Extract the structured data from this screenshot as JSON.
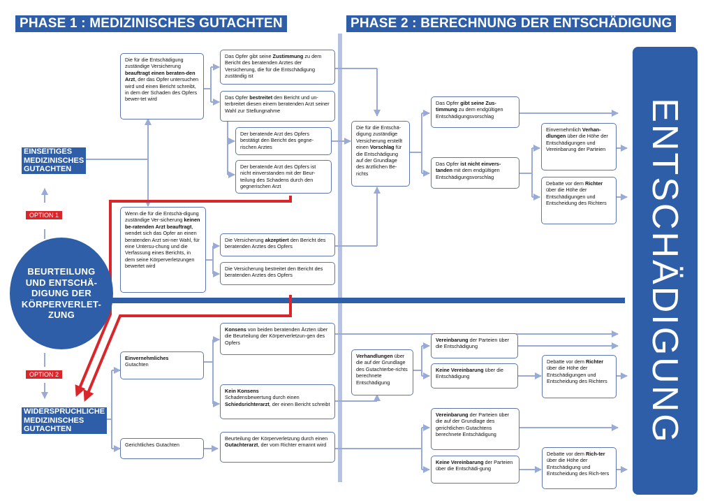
{
  "phase1_title": "PHASE 1 : MEDIZINISCHES GUTACHTEN",
  "phase2_title": "PHASE 2 : BERECHNUNG DER ENTSCHÄDIGUNG",
  "center_circle": "BEURTEILUNG\nUND ENTSCHÄ-\nDIGUNG DER\nKÖRPERVERLET-\nZUNG",
  "label_einseitig": "EINSEITIGES\nMEDIZINISCHES\nGUTACHTEN",
  "label_widerspruch": "WIDERSPRÜCHLICHE\nMEDIZINISCHES\nGUTACHTEN",
  "option1": "OPTION 1",
  "option2": "OPTION 2",
  "entschaedigung": "ENTSCHÄDIGUNG",
  "colors": {
    "blue": "#2e5ea8",
    "red": "#d9262a",
    "line": "#9aaad6",
    "border": "#5e76ae"
  },
  "boxes": {
    "b1": "Die für die Entschädigung zuständige Versicherung <b>beauftragt einen beraten-den Arzt</b>, der das Opfer untersuchen wird und einen Bericht schreibt, in dem der Schaden des Opfers bewer-tet wird",
    "b2": "Das Opfer gibt seine <b>Zustimmung</b> zu dem Bericht des beratenden Arztes der Versicherung, die für die Entschädigung zuständig ist",
    "b3": "Das Opfer <b>bestreitet</b> den Bericht und un-terbreitet diesen einem beratenden Arzt seiner Wahl zur Stellungnahme",
    "b4": "Der beratende Arzt des Opfers bestätigt den Bericht des gegne-rischen Arztes",
    "b5": "Der beratende Arzt des Opfers ist nicht einverstanden mit der Beur-teilung des Schadens durch den gegnerischen Arzt",
    "b6": "Wenn die für die Entschä-digung zuständige Ver-sicherung <b>keinen be-ratenden Arzt beauftragt</b>, wendet sich das Opfer an einen beratenden Arzt sei-ner Wahl, für eine Untersu-chung und die Verfassung eines Berichts, in dem seine Körperverletzungen bewertet wird",
    "b7": "Die Versicherung <b>akzeptiert</b> den Bericht des beratenden Arztes des Opfers",
    "b8": "Die Versicherung bestreitet den Bericht des beratenden Arztes des Opfers",
    "b9": "Die für die Entschä-digung zuständige Versicherung erstellt einen <b>Vorschlag</b> für die Entschädigung auf der Grundlage des ärztlichen Be-richts",
    "b10": "Das Opfer <b>gibt seine Zus-timmung</b> zu dem endgültigen Entschädigungsvorschlag",
    "b11": "Das Opfer <b>ist nicht einvers-tanden</b> mit dem endgültigen Entschädigungsvorschlag",
    "b12": "Einvernehmlich <b>Verhan-dlungen</b> über die Höhe der Entschädigungen und Vereinbarung der Parteien",
    "b13": "Debatte vor dem <b>Richter</b> über die Höhe der Entschädigungen und Entscheidung des Richters",
    "b14": "<b>Einvernehmliches</b>\nGutachten",
    "b15": "<b>Konsens</b> von beiden beratenden Ärzten über die Beurteilung der Körperverletzun-gen des Opfers",
    "b16": "<b>Kein Konsens</b>\nSchadensbewertung durch einen <b>Schiedsrichterarzt</b>, der einen Bericht schreibt",
    "b17": "Gerichtliches Gutachten",
    "b18": "Beurteilung der Körperverletzung durch einen <b>Gutachterarzt</b>, der vom Richter ernannt wird",
    "b19": "<b>Verhandlungen</b> über die auf der Grundlage des Gutachterbe-richts berechnete Entschädigung",
    "b20": "<b>Vereinbarung</b> der Parteien über die Entschädigung",
    "b21": "<b>Keine Vereinbarung</b> über die Entschädigung",
    "b22": "Debatte vor dem <b>Richter</b> über die Höhe der Entschädigungen und Entscheidung des Richters",
    "b23": "<b>Vereinbarung</b> der Parteien über die auf der Grundlage des gerichtlichen Gutachtens berechnete Entschädigung",
    "b24": "<b>Keine Vereinbarung</b> der Parteien über die Entschädi-gung",
    "b25": "Debatte vor dem <b>Rich-ter</b> über die Höhe der Entschädigung und Entscheidung des Rich-ters"
  }
}
